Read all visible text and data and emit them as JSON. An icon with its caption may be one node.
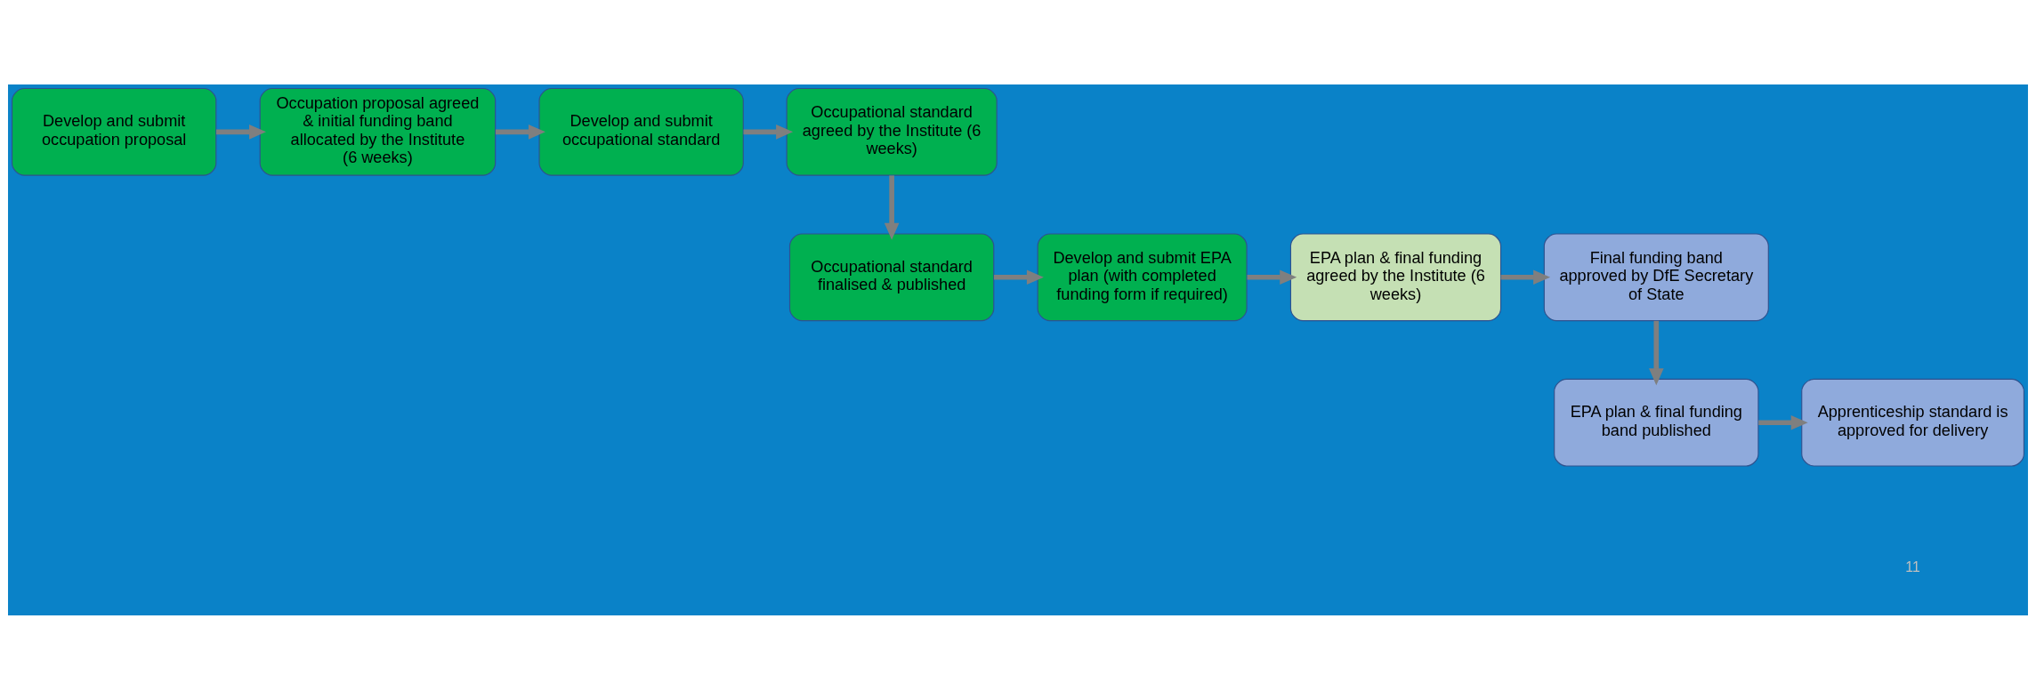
{
  "diagram": {
    "nodes": [
      {
        "text": [
          "Develop and submit occupation proposal"
        ]
      },
      {
        "text": [
          "Occupation proposal agreed & initial funding band allocated by the Institute (6 weeks)"
        ]
      },
      {
        "text": [
          "Develop and submit occupational standard"
        ]
      },
      {
        "text": [
          "Occupational standard agreed by the Institute (6 weeks)"
        ]
      },
      {
        "text": [
          "Occupational standard finalised & published"
        ]
      },
      {
        "text": [
          "Develop and submit EPA plan (with completed funding form if required)"
        ]
      },
      {
        "text": [
          "EPA plan & final funding agreed by the Institute (6 weeks)"
        ]
      },
      {
        "text": [
          "Final funding band approved by DfE Secretary of State"
        ]
      },
      {
        "text": [
          "EPA plan & final funding band published"
        ]
      },
      {
        "text": [
          "Apprenticeship standard is approved for delivery"
        ]
      }
    ],
    "edges": [
      {
        "from": 0,
        "to": 1,
        "arrow": "to"
      },
      {
        "from": 1,
        "to": 2,
        "arrow": "to"
      },
      {
        "from": 2,
        "to": 3,
        "arrow": "to"
      },
      {
        "from": 3,
        "to": 4,
        "arrow": "to"
      },
      {
        "from": 4,
        "to": 5,
        "arrow": "to"
      },
      {
        "from": 5,
        "to": 6,
        "arrow": "to"
      },
      {
        "from": 6,
        "to": 7,
        "arrow": "to"
      },
      {
        "from": 7,
        "to": 8,
        "arrow": "to"
      },
      {
        "from": 8,
        "to": 9,
        "arrow": "to"
      }
    ],
    "labels": [
      "11"
    ]
  }
}
